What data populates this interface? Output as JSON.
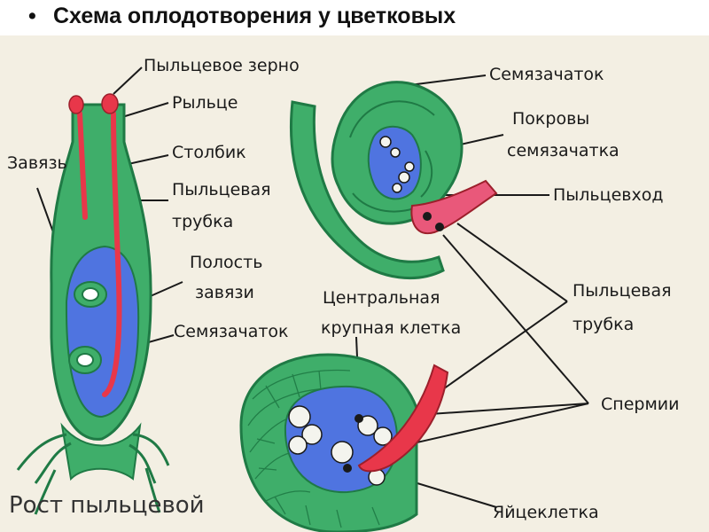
{
  "slide": {
    "title": "Схема оплодотворения у цветковых",
    "bullet": "•"
  },
  "labels": {
    "pollen_grain": "Пыльцевое зерно",
    "stigma": "Рыльце",
    "ovary": "Завязь",
    "style": "Столбик",
    "pollen_tube_left_1": "Пыльцевая",
    "pollen_tube_left_2": "трубка",
    "ovary_cavity_1": "Полость",
    "ovary_cavity_2": "завязи",
    "ovule_left": "Семязачаток",
    "ovule_right": "Семязачаток",
    "integuments_1": "Покровы",
    "integuments_2": "семязачатка",
    "micropyle": "Пыльцевход",
    "central_cell_1": "Центральная",
    "central_cell_2": "крупная клетка",
    "pollen_tube_right_1": "Пыльцевая",
    "pollen_tube_right_2": "трубка",
    "sperm": "Спермии",
    "egg_cell": "Яйцеклетка"
  },
  "caption": "Рост пыльцевой",
  "colors": {
    "tissue_green": "#3fae6a",
    "tissue_dark": "#1f7a45",
    "cavity_blue": "#4f74e0",
    "pollen_red": "#e8374a",
    "tube_pink": "#e9587a",
    "cell_white": "#f4f4ee",
    "background": "#f3efe3"
  }
}
